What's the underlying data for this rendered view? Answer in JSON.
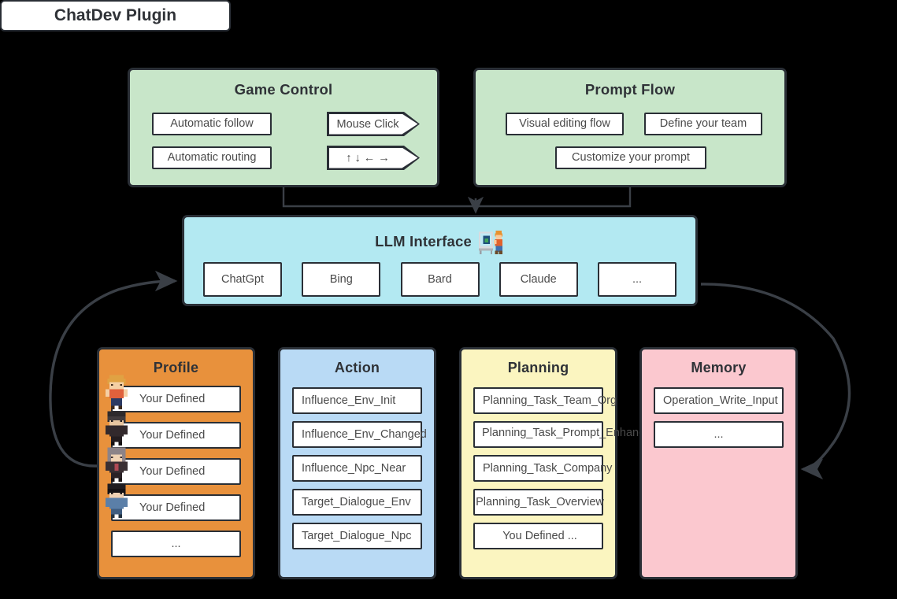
{
  "title": {
    "text": "ChatDev Plugin"
  },
  "game_control": {
    "title": "Game Control",
    "rect_items": [
      "Automatic follow",
      "Automatic routing"
    ],
    "arrow_items": [
      "Mouse Click",
      "↑ ↓ ← →"
    ]
  },
  "prompt_flow": {
    "title": "Prompt Flow",
    "items": [
      "Visual editing flow",
      "Define your team",
      "Customize your prompt"
    ]
  },
  "llm": {
    "title": "LLM Interface",
    "icon": "pixel-person-at-computer-icon",
    "items": [
      "ChatGpt",
      "Bing",
      "Bard",
      "Claude",
      "..."
    ]
  },
  "profile": {
    "title": "Profile",
    "items": [
      "Your Defined",
      "Your Defined",
      "Your Defined",
      "Your Defined",
      "..."
    ],
    "sprites": [
      "character-orange-hair-icon",
      "character-dark-hood-icon",
      "character-gray-hair-icon",
      "character-black-hair-icon"
    ]
  },
  "action": {
    "title": "Action",
    "items": [
      "Influence_Env_Init",
      "Influence_Env_Changed",
      "Influence_Npc_Near",
      "Target_Dialogue_Env",
      "Target_Dialogue_Npc"
    ]
  },
  "planning": {
    "title": "Planning",
    "items": [
      "Planning_Task_Team_Org",
      "Planning_Task_Prompt_Enhance",
      "Planning_Task_Company",
      "Planning_Task_Overview",
      "You Defined ..."
    ]
  },
  "memory": {
    "title": "Memory",
    "items": [
      "Operation_Write_Input",
      "..."
    ]
  },
  "colors": {
    "background": "#000000",
    "green_panel": "#c8e6c9",
    "cyan_panel": "#b3e9f2",
    "orange_panel": "#e8913c",
    "blue_panel": "#b9daf5",
    "yellow_panel": "#fbf5c0",
    "pink_panel": "#fbc8cf",
    "stroke": "#2a2f36",
    "chip_bg": "#ffffff",
    "text": "#4a4a4a"
  }
}
